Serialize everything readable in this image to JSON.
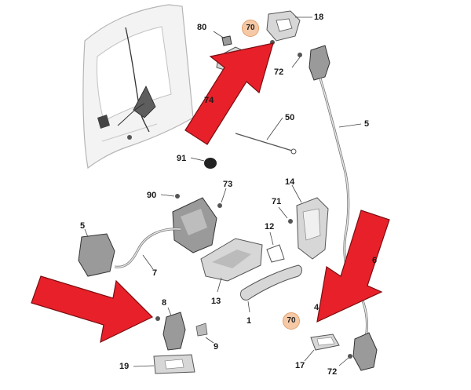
{
  "diagram": {
    "part_labels": [
      {
        "id": "p80",
        "text": "80"
      },
      {
        "id": "p18",
        "text": "18"
      },
      {
        "id": "p72a",
        "text": "72"
      },
      {
        "id": "p74",
        "text": "74"
      },
      {
        "id": "p50",
        "text": "50"
      },
      {
        "id": "p5a",
        "text": "5"
      },
      {
        "id": "p91",
        "text": "91"
      },
      {
        "id": "p90",
        "text": "90"
      },
      {
        "id": "p73",
        "text": "73"
      },
      {
        "id": "p14",
        "text": "14"
      },
      {
        "id": "p71",
        "text": "71"
      },
      {
        "id": "p5b",
        "text": "5"
      },
      {
        "id": "p12",
        "text": "12"
      },
      {
        "id": "p7",
        "text": "7"
      },
      {
        "id": "p6",
        "text": "6"
      },
      {
        "id": "p13",
        "text": "13"
      },
      {
        "id": "p1",
        "text": "1"
      },
      {
        "id": "p8",
        "text": "8"
      },
      {
        "id": "p4",
        "text": "4"
      },
      {
        "id": "p9",
        "text": "9"
      },
      {
        "id": "p19",
        "text": "19"
      },
      {
        "id": "p17",
        "text": "17"
      },
      {
        "id": "p72b",
        "text": "72"
      }
    ],
    "highlight_labels": [
      {
        "id": "h70a",
        "text": "70"
      },
      {
        "id": "h70b",
        "text": "70"
      }
    ],
    "colors": {
      "arrow": "#e8202a",
      "highlight": "#f6c9a6"
    }
  }
}
